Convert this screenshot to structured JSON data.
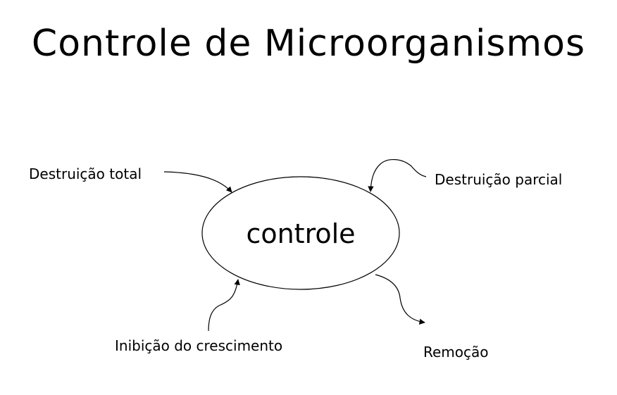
{
  "title": "Controle de Microorganismos",
  "center": "controle",
  "labels": {
    "destruicao_total": "Destruição total",
    "destruicao_parcial": "Destruição parcial",
    "inibicao": "Inibição do crescimento",
    "remocao": "Remoção"
  },
  "colors": {
    "ink": "#000000",
    "background": "#ffffff"
  }
}
